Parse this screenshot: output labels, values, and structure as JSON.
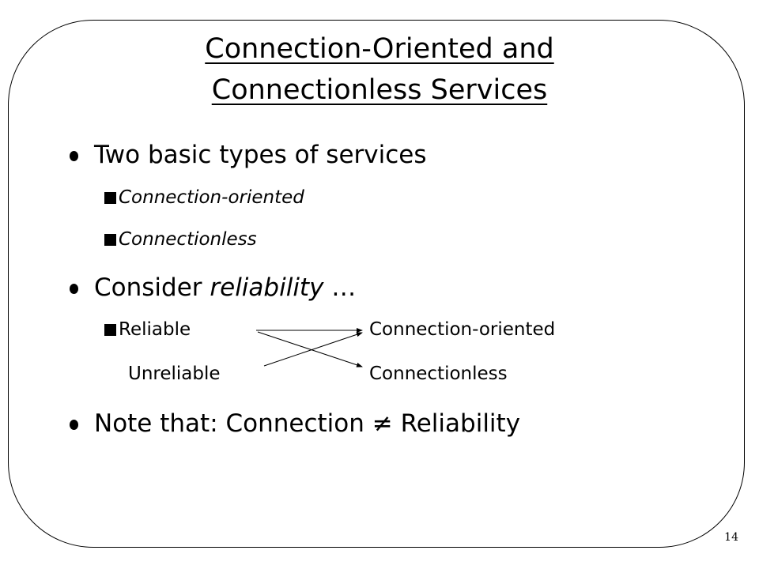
{
  "slide": {
    "title_line1": "Connection-Oriented and",
    "title_line2": "Connectionless Services",
    "bullets": [
      {
        "text": "Two basic types of services",
        "subitems": [
          "Connection-oriented",
          "Connectionless"
        ]
      },
      {
        "text_prefix": "Consider ",
        "text_italic": "reliability",
        "text_suffix": " …",
        "mapping": {
          "left": [
            "Reliable",
            "Unreliable"
          ],
          "right": [
            "Connection-oriented",
            "Connectionless"
          ]
        }
      },
      {
        "text_prefix": "Note that: Connection ",
        "symbol": "≠",
        "text_suffix": " Reliability"
      }
    ],
    "page_number": "14"
  }
}
